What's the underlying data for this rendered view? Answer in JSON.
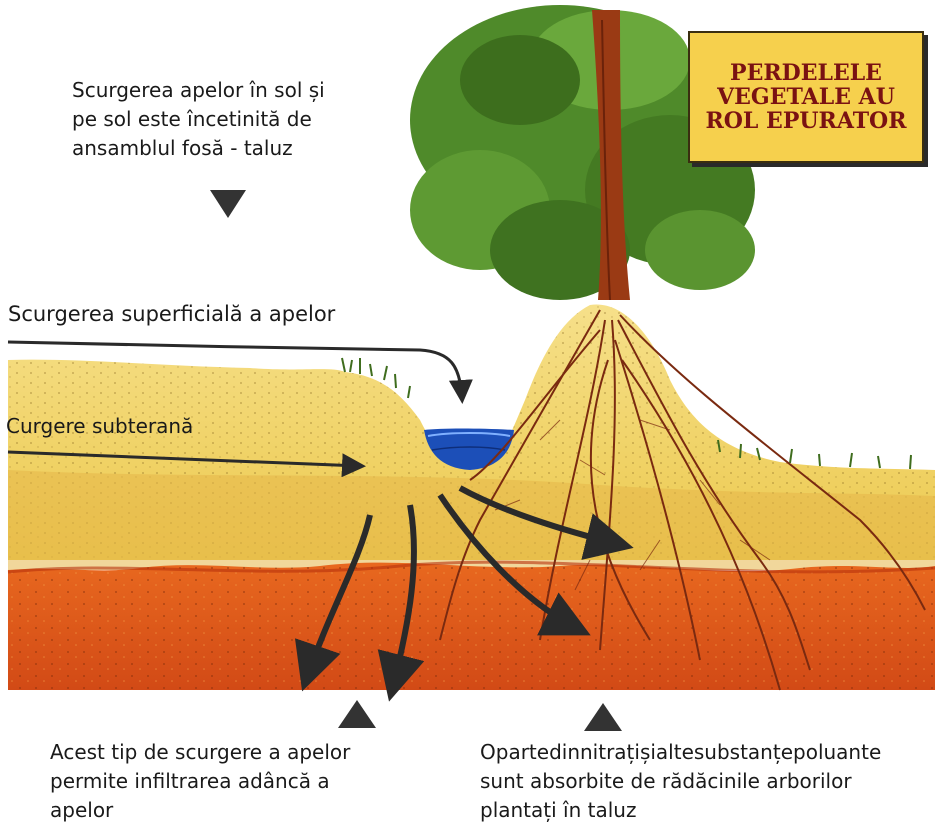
{
  "title_box": {
    "text": "PERDELELE\nVEGETALE AU\nROL EPURATOR"
  },
  "labels": {
    "top_note": "Scurgerea apelor în sol și\npe sol  este încetinită de\nansamblul fosă - taluz",
    "surface_runoff": "Scurgerea superficială a apelor",
    "subsurface_flow": "Curgere subterană",
    "left_caption": "Acest tip de scurgere a apelor\npermite infiltrarea adâncă a\napelor",
    "right_caption": "Opartedinnitrațișialtesubstanțepoluante\nsunt absorbite de rădăcinile arborilor\nplantați în taluz"
  },
  "colors": {
    "soil_top": "#f2d36a",
    "soil_deep": "#e0541a",
    "water": "#1c4fb8",
    "foliage": "#4f8a2a",
    "trunk": "#9a3a14",
    "title_bg": "#f6d04d",
    "title_text": "#7a1212"
  }
}
